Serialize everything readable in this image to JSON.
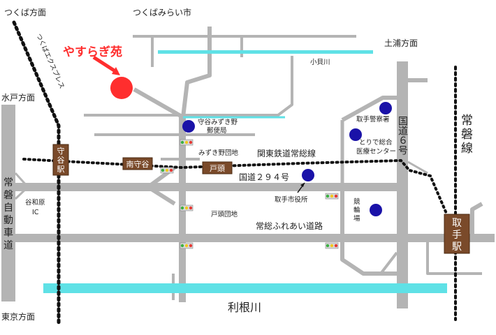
{
  "colors": {
    "road": "#b4b4b4",
    "river": "#5fe1e6",
    "rail": "#111111",
    "landmark": "#1a12a8",
    "station_fill": "#7a4a2a",
    "station_text": "#ffffff",
    "highlight": "#ff2e2e",
    "text": "#222222"
  },
  "directions": {
    "tsukuba": "つくば方面",
    "tsuchiura": "土浦方面",
    "mito": "水戸方面",
    "tokyo": "東京方面"
  },
  "destination": {
    "label": "やすらぎ苑"
  },
  "rivers": {
    "kokai": "小貝川",
    "tone": "利根川"
  },
  "places": {
    "tsukubamirai": "つくばみらい市",
    "moriya_post": [
      "守谷みずき野",
      "郵便局"
    ],
    "mizukino_danchi": "みずき野団地",
    "toride_police": "取手警察署",
    "toride_medical": [
      "とりで総合",
      "医療センター"
    ],
    "toride_cityhall": "取手市役所",
    "keirinjo": [
      "競",
      "輪",
      "場"
    ],
    "togashira_danchi": "戸頭団地",
    "yawara_ic": [
      "谷和原",
      "IC"
    ]
  },
  "roads": {
    "route294": "国道２９４号",
    "route6": "国道６号",
    "joso_fureai": "常総ふれあい道路",
    "expressway": [
      "常",
      "磐",
      "自",
      "動",
      "車",
      "道"
    ]
  },
  "railways": {
    "tsukuba_express": "つくばエクスプレス",
    "kanto_joso": "関東鉄道常総線",
    "joban": [
      "常",
      "磐",
      "線"
    ]
  },
  "stations": {
    "moriya": [
      "守",
      "谷",
      "駅"
    ],
    "minami_moriya": "南守谷",
    "togashira": "戸頭",
    "toride": [
      "取",
      "手",
      "駅"
    ]
  }
}
